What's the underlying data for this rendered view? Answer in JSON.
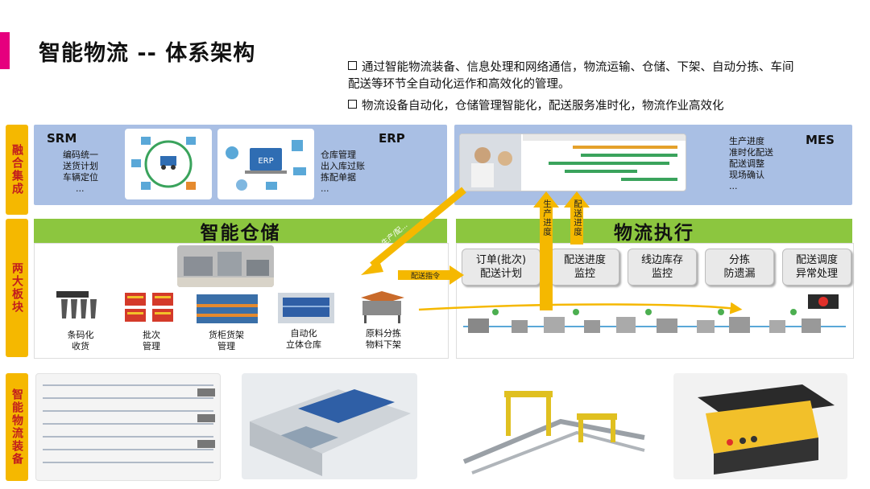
{
  "title": "智能物流 -- 体系架构",
  "bullets": [
    "通过智能物流装备、信息处理和网络通信，物流运输、仓储、下架、自动分拣、车间配送等环节全自动化运作和高效化的管理。",
    "物流设备自动化，仓储管理智能化，配送服务准时化，物流作业高效化"
  ],
  "sidebar": {
    "integration": "融合集成",
    "two_blocks": "两大板块",
    "equipment": "智能物流装备"
  },
  "srm": {
    "name": "SRM",
    "items": [
      "编码统一",
      "送货计划",
      "车辆定位",
      "..."
    ]
  },
  "erp": {
    "name": "ERP",
    "items": [
      "仓库管理",
      "出入库过账",
      "拣配单据",
      "..."
    ]
  },
  "mes": {
    "name": "MES",
    "items": [
      "生产进度",
      "准时化配送",
      "配送调整",
      "现场确认",
      "..."
    ]
  },
  "warehouse": {
    "title": "智能仓储",
    "items": [
      {
        "label": "条码化\n收货"
      },
      {
        "label": "批次\n管理"
      },
      {
        "label": "货柜货架\n管理"
      },
      {
        "label": "自动化\n立体仓库"
      },
      {
        "label": "原料分拣\n物料下架"
      }
    ]
  },
  "execution": {
    "title": "物流执行",
    "buttons": [
      "订单(批次)\n配送计划",
      "配送进度\n监控",
      "线边库存\n监控",
      "分拣\n防遗漏",
      "配送调度\n异常处理"
    ]
  },
  "arrows": {
    "production_progress": "生产进度",
    "delivery_progress": "配送进度",
    "delivery_command": "配送指令",
    "prod_plan_diag": "生产/配..."
  },
  "colors": {
    "accent": "#e6007e",
    "sidebar": "#f5b800",
    "band": "#a9bfe4",
    "green": "#8cc63f",
    "arrow": "#f5b800"
  }
}
